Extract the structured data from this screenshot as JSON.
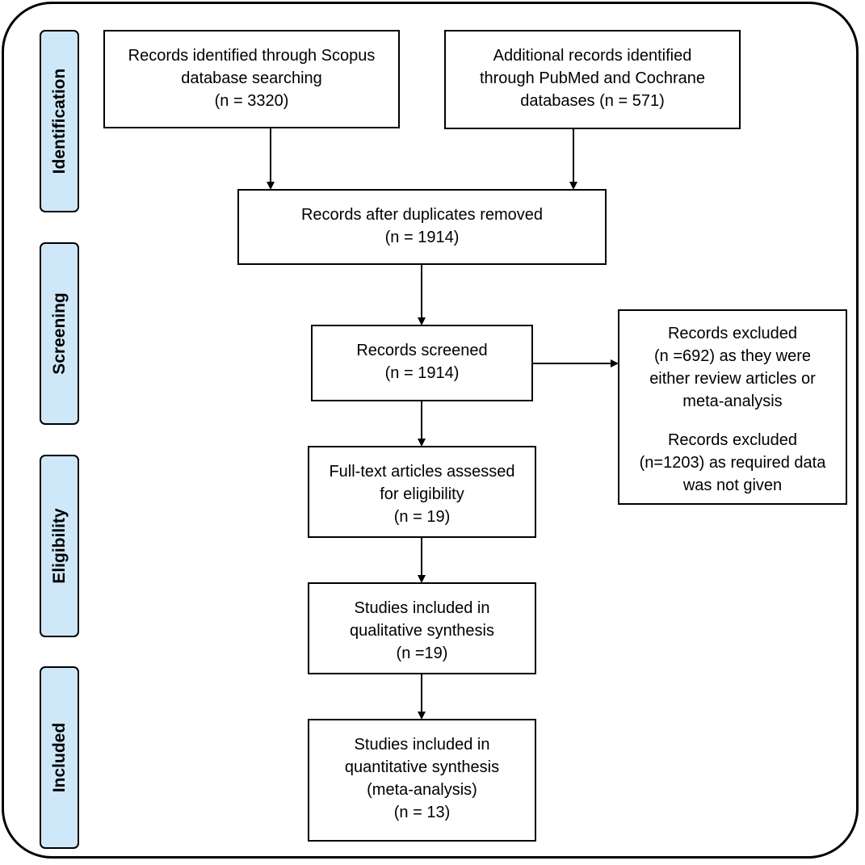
{
  "phases": {
    "identification": "Identification",
    "screening": "Screening",
    "eligibility": "Eligibility",
    "included": "Included"
  },
  "boxes": {
    "scopus": [
      "Records identified through Scopus",
      "database searching",
      "(n = 3320)"
    ],
    "additional": [
      "Additional records identified",
      "through PubMed and Cochrane",
      "databases (n = 571)"
    ],
    "duplicates": [
      "Records after duplicates removed",
      "(n = 1914)"
    ],
    "screened": [
      "Records screened",
      "(n = 1914)"
    ],
    "excluded_1": [
      "Records excluded",
      "(n =692) as they were",
      "either review articles or",
      "meta-analysis"
    ],
    "excluded_2": [
      "Records excluded",
      "(n=1203) as required data",
      "was not given"
    ],
    "fulltext": [
      "Full-text articles assessed",
      "for eligibility",
      "(n = 19)"
    ],
    "qualitative": [
      "Studies included in",
      "qualitative synthesis",
      "(n =19)"
    ],
    "quantitative": [
      "Studies included in",
      "quantitative synthesis",
      "(meta-analysis)",
      "(n = 13)"
    ]
  }
}
